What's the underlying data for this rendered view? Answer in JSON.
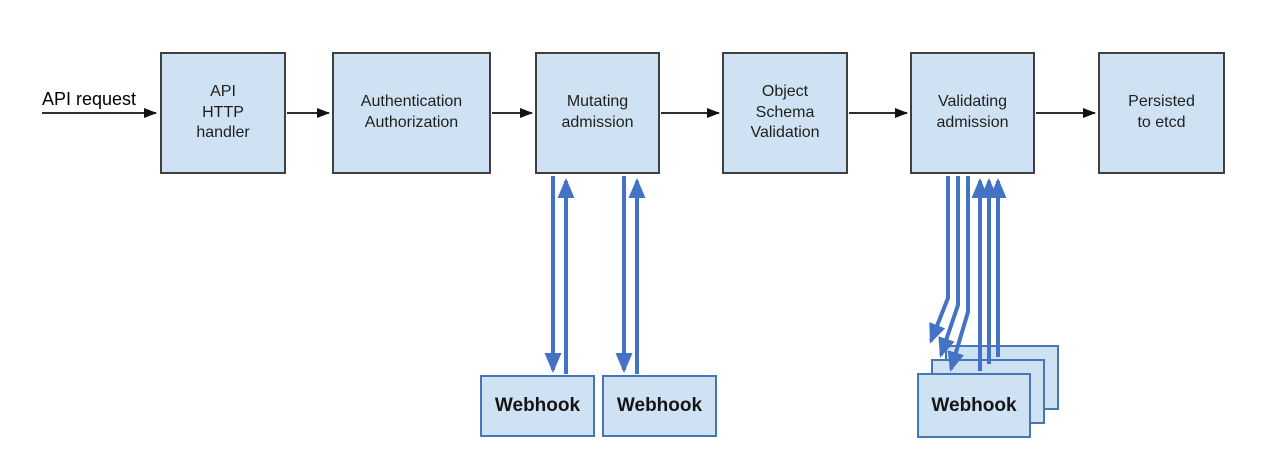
{
  "diagram": {
    "request_label": "API request",
    "pipeline": [
      {
        "id": "api-http-handler",
        "label": "API\nHTTP\nhandler"
      },
      {
        "id": "authentication-authorization",
        "label": "Authentication\nAuthorization"
      },
      {
        "id": "mutating-admission",
        "label": "Mutating\nadmission"
      },
      {
        "id": "object-schema-validation",
        "label": "Object\nSchema\nValidation"
      },
      {
        "id": "validating-admission",
        "label": "Validating\nadmission"
      },
      {
        "id": "persisted-to-etcd",
        "label": "Persisted\nto etcd"
      }
    ],
    "mutating_webhooks": [
      {
        "label": "Webhook"
      },
      {
        "label": "Webhook"
      }
    ],
    "validating_webhooks": [
      {
        "label": "Webhook"
      },
      {
        "label": "Webhook"
      },
      {
        "label": "Webhook"
      }
    ],
    "colors": {
      "node_fill": "#cfe2f3",
      "node_border": "#404040",
      "webhook_border": "#4576b5",
      "flow_arrow": "#111111",
      "webhook_arrow": "#4472c4"
    }
  }
}
